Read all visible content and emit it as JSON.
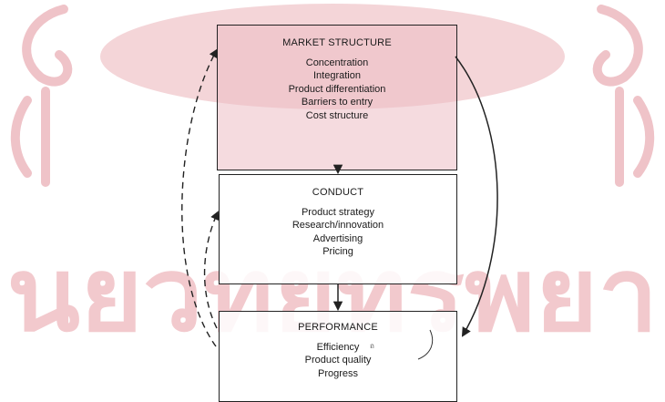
{
  "watermark": {
    "brand_color": "#c8102e",
    "seal_fill": "#f4d5d8",
    "text_fill": "#f2c9cd",
    "text": "นยวทยทรพยา"
  },
  "diagram": {
    "boxes": [
      {
        "id": "market-structure",
        "title": "MARKET STRUCTURE",
        "items": [
          "Concentration",
          "Integration",
          "Product differentiation",
          "Barriers to entry",
          "Cost structure"
        ]
      },
      {
        "id": "conduct",
        "title": "CONDUCT",
        "items": [
          "Product strategy",
          "Research/innovation",
          "Advertising",
          "Pricing"
        ]
      },
      {
        "id": "performance",
        "title": "PERFORMANCE",
        "items": [
          "Efficiency",
          "Product quality",
          "Progress"
        ]
      }
    ],
    "arrows": [
      {
        "from": "market-structure",
        "to": "conduct",
        "style": "solid"
      },
      {
        "from": "conduct",
        "to": "performance",
        "style": "solid"
      },
      {
        "from": "market-structure",
        "to": "performance",
        "style": "solid-curved"
      },
      {
        "from": "performance",
        "to": "market-structure",
        "style": "dashed-curved"
      },
      {
        "from": "performance",
        "to": "conduct",
        "style": "dashed-curved"
      }
    ],
    "annotations": [
      "ถ"
    ]
  }
}
